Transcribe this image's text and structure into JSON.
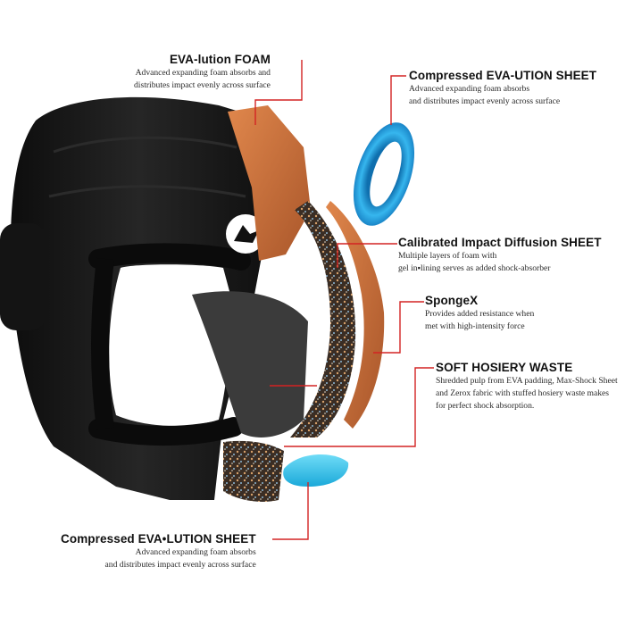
{
  "colors": {
    "leader": "#d32323",
    "helmet": "#161616",
    "foam_orange": "#c56a35",
    "blue_ring": "#2a9fd8",
    "cyan_pad": "#35c3ea"
  },
  "callouts": {
    "eva_foam": {
      "title": "EVA-lution FOAM",
      "lines": [
        "Advanced expanding foam absorbs and",
        "distributes impact evenly across surface"
      ]
    },
    "compressed_sheet_top": {
      "title": "Compressed EVA-UTION SHEET",
      "lines": [
        "Advanced expanding foam absorbs",
        "and distributes impact evenly across surface"
      ]
    },
    "calibrated": {
      "title": "Calibrated Impact Diffusion SHEET",
      "lines": [
        "Multiple layers of foam with",
        "gel in▪lining serves as added shock-absorber"
      ]
    },
    "spongex": {
      "title": "SpongeX",
      "lines": [
        "Provides added resistance when",
        "met with high-intensity force"
      ]
    },
    "hosiery": {
      "title": "SOFT HOSIERY WASTE",
      "lines": [
        "Shredded pulp from EVA padding, Max-Shock Sheet",
        "and Zerox fabric with stuffed hosiery waste makes",
        "for perfect shock absorption."
      ]
    },
    "compressed_sheet_bottom": {
      "title": "Compressed EVA•LUTION SHEET",
      "lines": [
        "Advanced expanding foam absorbs",
        "and distributes impact evenly across surface"
      ]
    }
  }
}
